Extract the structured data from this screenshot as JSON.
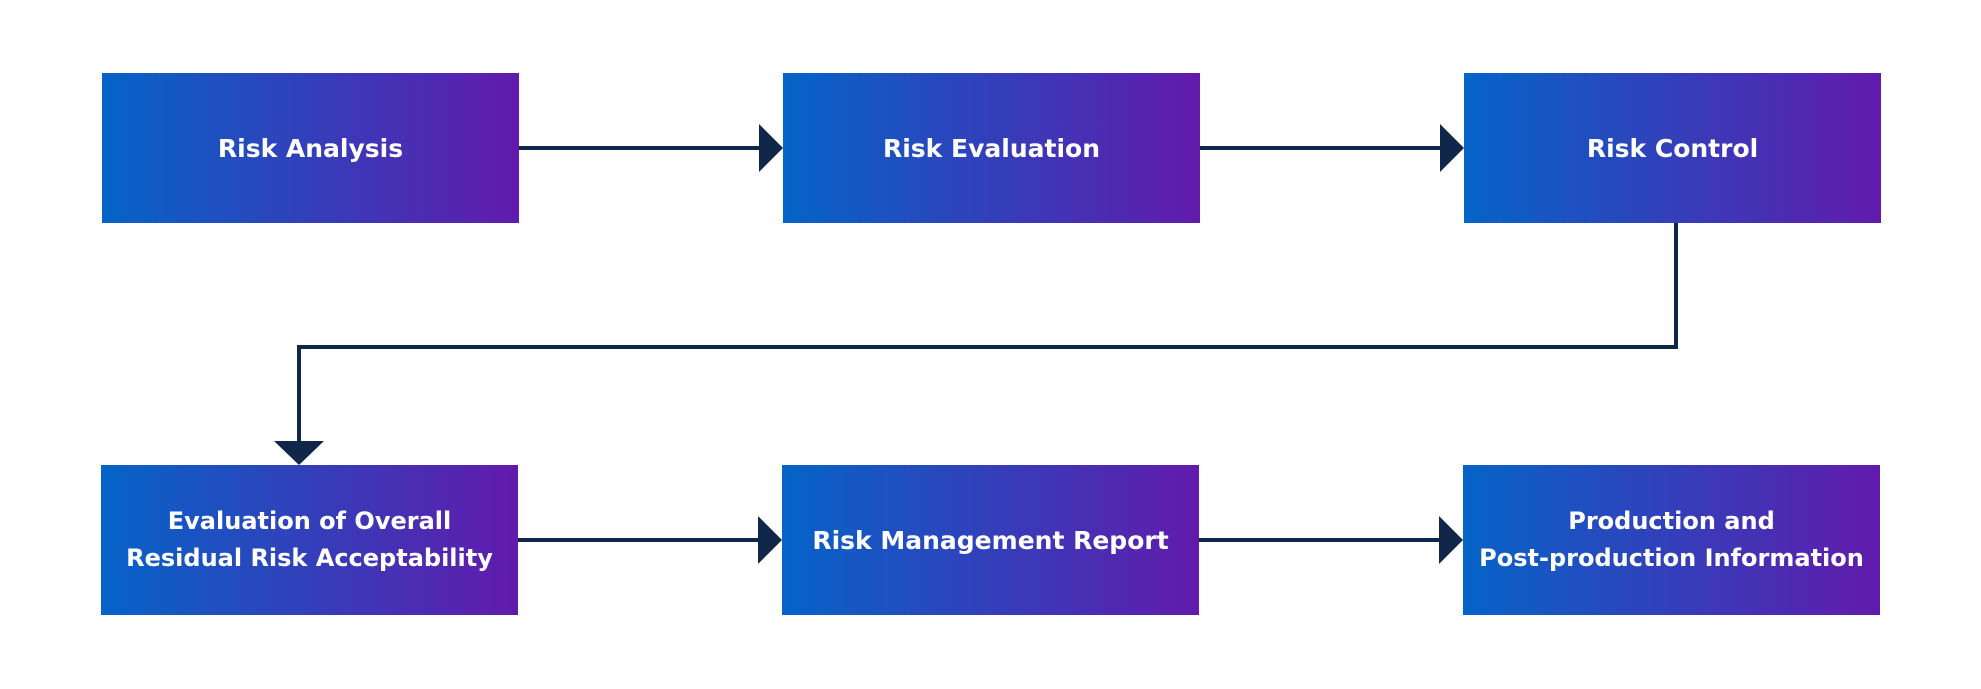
{
  "colors": {
    "box_gradient_start": "#0564c8",
    "box_gradient_end": "#621aac",
    "connector": "#10274a",
    "text": "#ffffff",
    "background": "#ffffff"
  },
  "diagram": {
    "nodes": [
      {
        "id": "risk-analysis",
        "label": "Risk Analysis"
      },
      {
        "id": "risk-evaluation",
        "label": "Risk Evaluation"
      },
      {
        "id": "risk-control",
        "label": "Risk Control"
      },
      {
        "id": "overall-residual-risk",
        "label": "Evaluation of Overall\nResidual Risk Acceptability"
      },
      {
        "id": "risk-management-report",
        "label": "Risk Management Report"
      },
      {
        "id": "production-info",
        "label": "Production and\nPost-production Information"
      }
    ],
    "edges": [
      {
        "from": "risk-analysis",
        "to": "risk-evaluation"
      },
      {
        "from": "risk-evaluation",
        "to": "risk-control"
      },
      {
        "from": "risk-control",
        "to": "overall-residual-risk"
      },
      {
        "from": "overall-residual-risk",
        "to": "risk-management-report"
      },
      {
        "from": "risk-management-report",
        "to": "production-info"
      }
    ]
  }
}
